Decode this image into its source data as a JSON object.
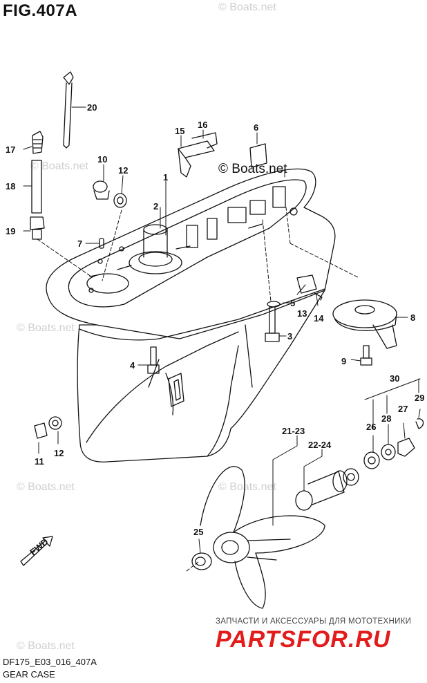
{
  "figure": {
    "title": "FIG.407A",
    "code": "DF175_E03_016_407A",
    "name": "GEAR CASE"
  },
  "copyright": "© Boats.net",
  "watermark": "© Boats.net",
  "promo": {
    "subtitle": "ЗАПЧАСТИ И АКСЕССУАРЫ ДЛЯ МОТОТЕХНИКИ",
    "logo": "PARTSFOR.RU",
    "color": "#e31b1b"
  },
  "direction_label": "FWD",
  "callouts": {
    "c1": "1",
    "c2": "2",
    "c3": "3",
    "c4": "4",
    "c5": "5",
    "c6": "6",
    "c7": "7",
    "c8": "8",
    "c9": "9",
    "c10": "10",
    "c11": "11",
    "c12a": "12",
    "c12b": "12",
    "c13": "13",
    "c14": "14",
    "c15": "15",
    "c16": "16",
    "c17": "17",
    "c18": "18",
    "c19": "19",
    "c20": "20",
    "c21_23": "21-23",
    "c22_24": "22-24",
    "c25": "25",
    "c26": "26",
    "c27": "27",
    "c28": "28",
    "c29": "29",
    "c30": "30"
  }
}
